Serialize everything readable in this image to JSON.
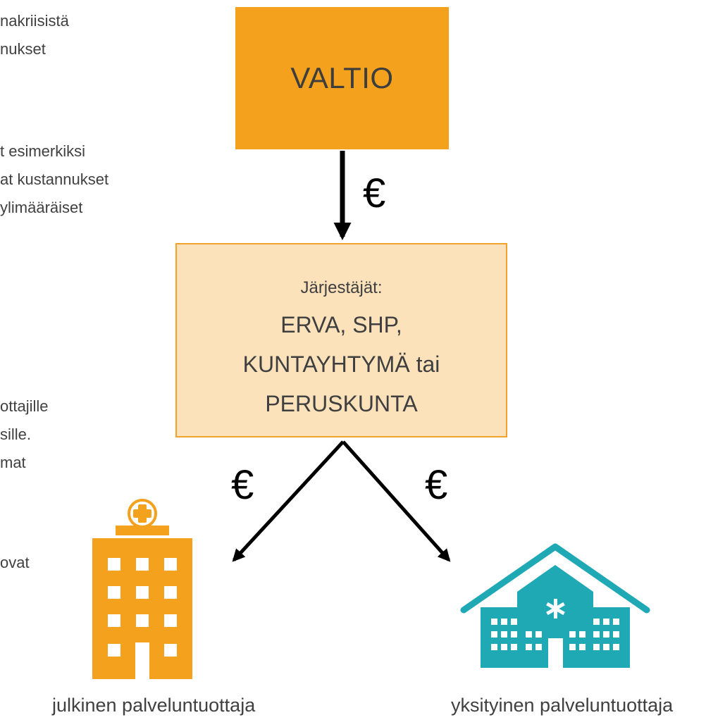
{
  "left_text": {
    "block1": [
      "nakriisistä",
      "nukset"
    ],
    "block2": [
      "t esimerkiksi",
      "at kustannukset",
      " ylimääräiset"
    ],
    "block3": [
      "ottajille",
      "sille.",
      "mat"
    ],
    "block4": [
      "ovat"
    ]
  },
  "state_box": {
    "label": "VALTIO"
  },
  "organizer_box": {
    "caption": "Järjestäjät:",
    "names": [
      "ERVA, SHP,",
      "KUNTAYHTYMÄ tai",
      "PERUSKUNTA"
    ]
  },
  "flows": {
    "state_to_organizer": "€",
    "organizer_to_public": "€",
    "organizer_to_private": "€"
  },
  "providers": {
    "public": "julkinen palveluntuottaja",
    "private": "yksityinen palveluntuottaja"
  },
  "colors": {
    "state_fill": "#f4a21d",
    "organizer_fill": "#fbe2bb",
    "organizer_border": "#f2a32c",
    "public_building": "#f4a21d",
    "private_building": "#1fa9b5"
  }
}
